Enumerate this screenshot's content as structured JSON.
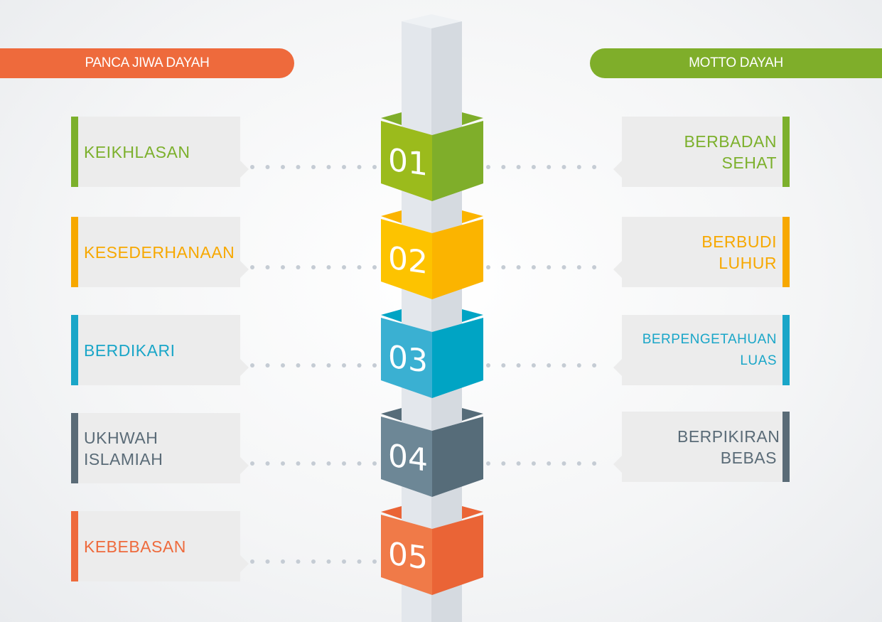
{
  "headers": {
    "left": "PANCA JIWA DAYAH",
    "right": "MOTTO DAYAH"
  },
  "steps": [
    {
      "number": "01",
      "left": "KEIKHLASAN",
      "right": "BERBADAN SEHAT",
      "color": "#7cb02c",
      "light": "#9bbb1c",
      "dark": "#7fae2a"
    },
    {
      "number": "02",
      "left": "KESEDERHANAAN",
      "right": "BERBUDI LUHUR",
      "color": "#f7a800",
      "light": "#fdc300",
      "dark": "#fbb400"
    },
    {
      "number": "03",
      "left": "BERDIKARI",
      "right": "BERPENGETAHUAN LUAS",
      "color": "#1aa6c8",
      "light": "#3ab0d2",
      "dark": "#00a4c4"
    },
    {
      "number": "04",
      "left": "UKHWAH ISLAMIAH",
      "right": "BERPIKIRAN BEBAS",
      "color": "#5a6b77",
      "light": "#6d8796",
      "dark": "#566c79"
    },
    {
      "number": "05",
      "left": "KEBEBASAN",
      "right": null,
      "color": "#ee6a3c",
      "light": "#f07a48",
      "dark": "#ea6436"
    }
  ]
}
